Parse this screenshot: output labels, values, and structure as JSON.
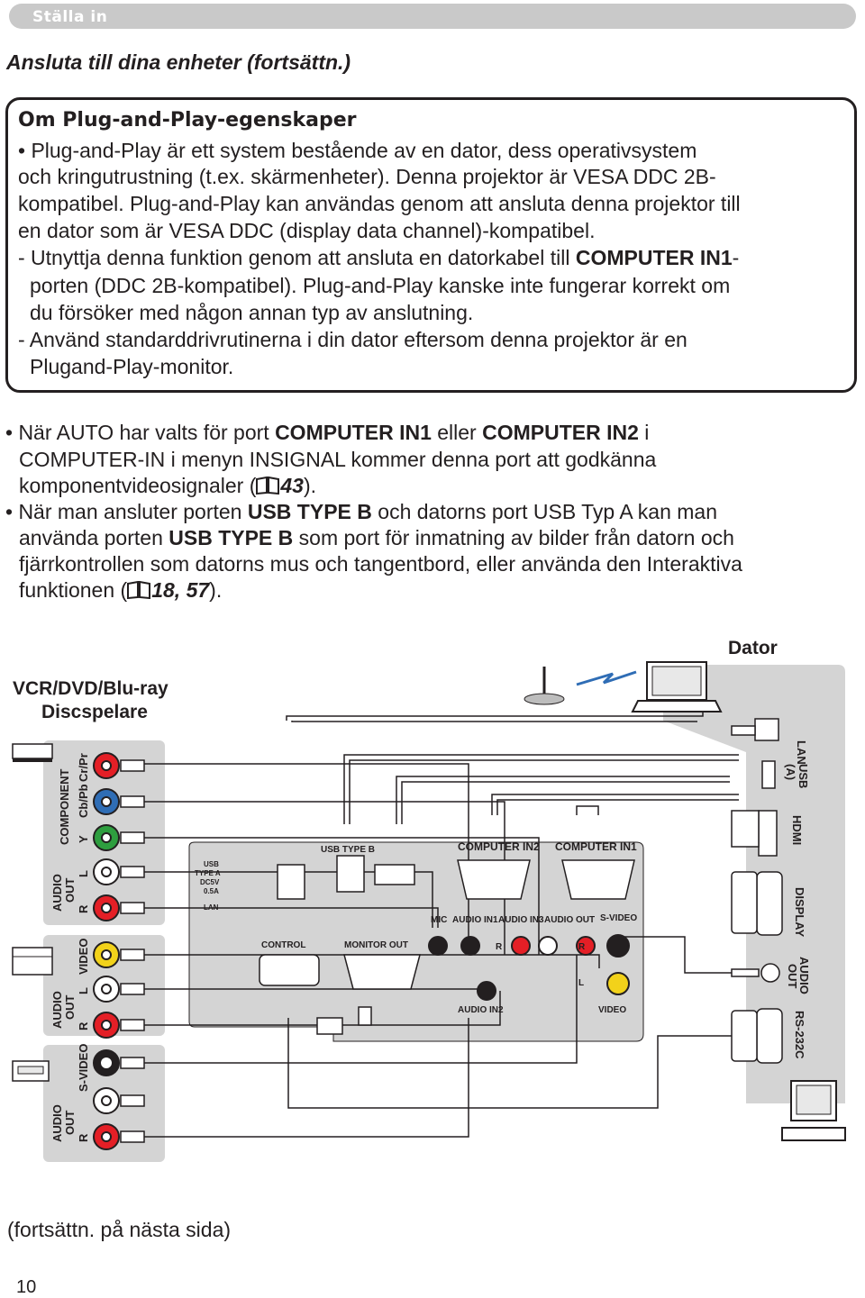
{
  "header": {
    "section": "Ställa in"
  },
  "subtitle": "Ansluta till dina enheter (fortsättn.)",
  "pnp_box": {
    "title": "Om Plug-and-Play-egenskaper",
    "l1": "• Plug-and-Play är ett system bestående av en dator, dess operativsystem",
    "l2": "och kringutrustning (t.ex. skärmenheter). Denna projektor är VESA DDC 2B-",
    "l3": "kompatibel. Plug-and-Play kan användas genom att ansluta denna projektor till",
    "l4": "en dator som är VESA DDC (display data channel)-kompatibel.",
    "l5_pre": "- Utnyttja denna funktion genom att ansluta en datorkabel till ",
    "l5_bold": "COMPUTER IN1",
    "l5_post": "-",
    "l6": "porten (DDC 2B-kompatibel). Plug-and-Play kanske inte fungerar korrekt om",
    "l7": "du försöker med någon annan typ av anslutning.",
    "l8": "- Använd standarddrivrutinerna i din dator eftersom denna projektor är en",
    "l9": "Plugand-Play-monitor."
  },
  "bullet1": {
    "a_pre": "• När AUTO har valts för port ",
    "a_b1": "COMPUTER IN1",
    "a_mid": " eller ",
    "a_b2": "COMPUTER IN2",
    "a_post": " i",
    "b": "COMPUTER-IN i menyn INSIGNAL kommer denna port att godkänna",
    "c_pre": "komponentvideosignaler (",
    "c_ref": "43",
    "c_post": ")."
  },
  "bullet2": {
    "a_pre": "• När man ansluter porten ",
    "a_b": "USB TYPE B",
    "a_post": " och datorns port USB Typ A kan man",
    "b_pre": "använda porten ",
    "b_b": "USB TYPE B",
    "b_post": " som port för inmatning av bilder från datorn och",
    "c": "fjärrkontrollen som datorns mus och tangentbord, eller använda den Interaktiva",
    "d_pre": "funktionen (",
    "d_ref": "18, 57",
    "d_post": ")."
  },
  "diagram": {
    "dator": "Dator",
    "vcr_line1": "VCR/DVD/Blu-ray",
    "vcr_line2": "Discspelare",
    "pc_ports": [
      "LAN",
      "USB",
      "(A)",
      "HDMI",
      "DISPLAY",
      "AUDIO",
      "OUT",
      "RS-232C"
    ],
    "vcr_labels": [
      "COMPONENT",
      "Cr/Pr",
      "Cb/Pb",
      "Y",
      "AUDIO",
      "OUT",
      "L",
      "R",
      "VIDEO",
      "AUDIO",
      "OUT",
      "L",
      "R",
      "S-VIDEO",
      "AUDIO",
      "OUT",
      "R"
    ],
    "panel": {
      "usb_type_b": "USB TYPE B",
      "computer_in2": "COMPUTER IN2",
      "computer_in1": "COMPUTER IN1",
      "usb_a_small": [
        "USB",
        "TYPE A",
        "DC5V",
        "0.5A"
      ],
      "lan": "LAN",
      "mic": "MIC",
      "audio_in1": "AUDIO IN1",
      "audio_in3": "AUDIO IN3",
      "audio_out": "AUDIO OUT",
      "s_video": "S-VIDEO",
      "control": "CONTROL",
      "monitor_out": "MONITOR OUT",
      "r1": "R",
      "r2": "R",
      "l": "L",
      "audio_in2": "AUDIO IN2",
      "video": "VIDEO"
    }
  },
  "footer": "(fortsättn. på nästa sida)",
  "page_number": "10",
  "colors": {
    "header_bar": "#c9c9c9",
    "panel_grey": "#d4d4d4",
    "jack_red": "#e41f26",
    "jack_green": "#2e9e3f",
    "jack_blue": "#2f6db5",
    "jack_yellow": "#f2d21a"
  }
}
